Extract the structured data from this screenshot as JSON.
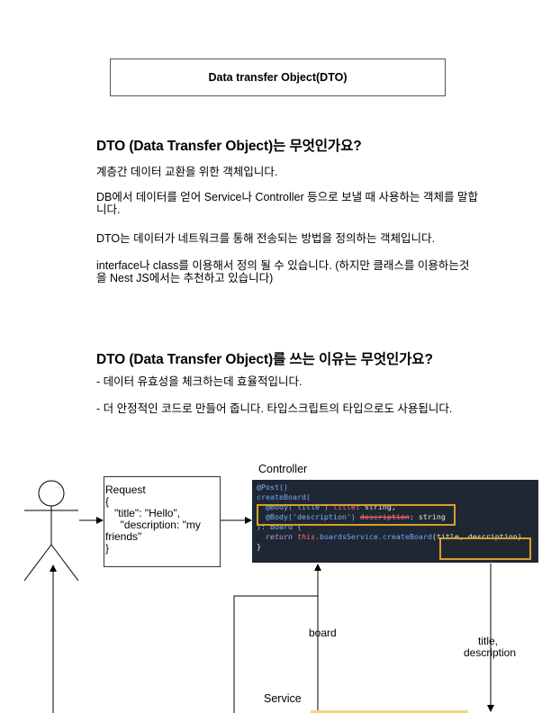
{
  "title_box": "Data transfer Object(DTO)",
  "section1": {
    "heading": "DTO (Data Transfer Object)는 무엇인가요?",
    "paragraphs": [
      "계층간 데이터 교환을 위한 객체입니다.",
      "DB에서 데이터를 얻어 Service나 Controller 등으로 보낼 때 사용하는 객체를 말합니다.",
      "DTO는 데이터가 네트워크를 통해 전송되는 방법을 정의하는 객체입니다.",
      "interface나 class를 이용해서 정의 될 수 있습니다. (하지만 클래스를 이용하는것을 Nest JS에서는 추천하고 있습니다)"
    ]
  },
  "section2": {
    "heading": "DTO (Data Transfer Object)를 쓰는 이유는 무엇인가요?",
    "paragraphs": [
      "- 데이터 유효성을 체크하는데 효율적입니다.",
      "- 더 안정적인 코드로 만들어 줍니다. 타입스크립트의 타입으로도 사용됩니다."
    ]
  },
  "diagram": {
    "request_lines": [
      "Request",
      "{",
      "   \"title\": \"Hello\",",
      "     \"description: \"my",
      "friends\"",
      "}"
    ],
    "controller_label": "Controller",
    "board_label": "board",
    "title_desc_label_1": "title,",
    "title_desc_label_2": "description",
    "service_label": "Service",
    "code": {
      "line1": "@Post()",
      "line2": "createBoard(",
      "line3_deco": "@Body('title')",
      "line3_param": "title",
      "line3_type": ": string,",
      "line4_deco": "@Body('description')",
      "line4_param": "description",
      "line4_type": ": string",
      "line5": "): Board {",
      "line6_kw": "return",
      "line6_this": "this",
      "line6_call": ".boardsService.createBoard",
      "line6_args": "(title, description)",
      "line7": "}"
    },
    "colors": {
      "code_bg": "#1f2733",
      "highlight": "#d4a02a"
    }
  }
}
